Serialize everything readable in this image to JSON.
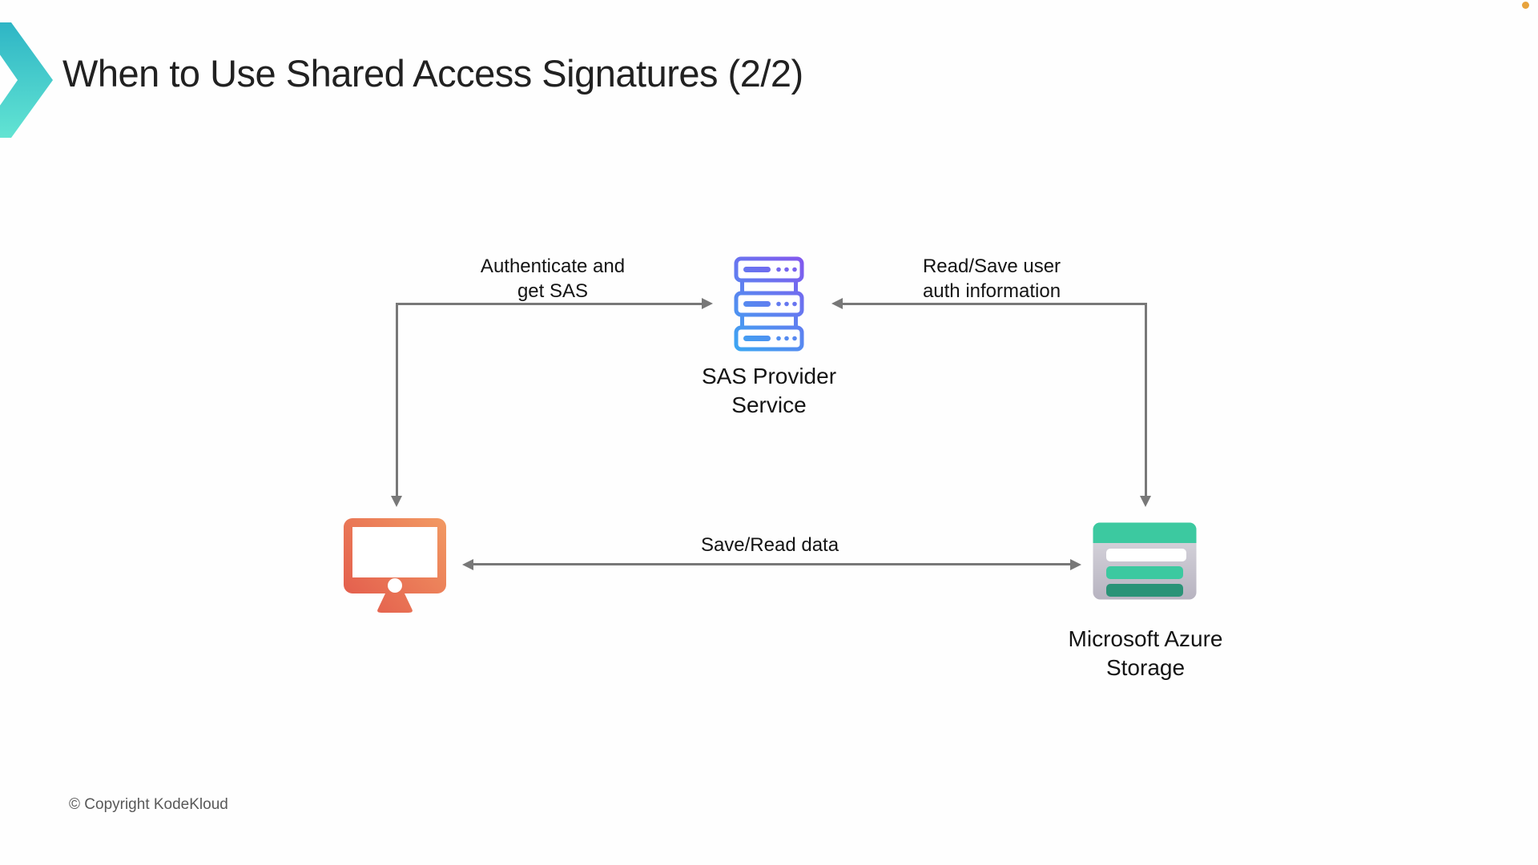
{
  "slide": {
    "title": "When to Use Shared Access Signatures (2/2)",
    "copyright": "© Copyright KodeKloud"
  },
  "diagram": {
    "nodes": {
      "client": {
        "icon": "desktop-monitor-icon",
        "lines": []
      },
      "sas_provider": {
        "icon": "server-stack-icon",
        "lines": [
          "SAS Provider",
          "Service"
        ]
      },
      "azure_storage": {
        "icon": "azure-storage-icon",
        "lines": [
          "Microsoft Azure",
          "Storage"
        ]
      }
    },
    "edges": {
      "auth": {
        "from": "client",
        "to": "sas_provider",
        "shape": "elbow",
        "arrowheads": [
          "into-sas-provider",
          "into-client"
        ],
        "lines": [
          "Authenticate and",
          "get SAS"
        ]
      },
      "read_save_auth": {
        "from": "azure_storage",
        "to": "sas_provider",
        "shape": "elbow",
        "arrowheads": [
          "into-sas-provider",
          "into-azure-storage"
        ],
        "lines": [
          "Read/Save user",
          "auth information"
        ]
      },
      "save_read_data": {
        "from": "client",
        "to": "azure_storage",
        "shape": "straight",
        "arrowheads": [
          "into-client",
          "into-azure-storage"
        ],
        "lines": [
          "Save/Read data"
        ]
      }
    }
  },
  "colors": {
    "background": "#fefefe",
    "title-text": "#212121",
    "label-text": "#141414",
    "copyright-text": "#595959",
    "arrow": "#787878",
    "logo-grad-start": "#2db4c5",
    "logo-grad-end": "#63e5d3",
    "server-grad-start": "#8456ee",
    "server-grad-end": "#3aa9f2",
    "monitor-grad-start": "#f29a63",
    "monitor-grad-end": "#e2584b",
    "storage-teal": "#3cc9a0",
    "storage-teal-dark": "#2a9377",
    "storage-gray-start": "#dcdae1",
    "storage-gray-end": "#b7b3c0",
    "corner-dot": "#e8a33c"
  }
}
